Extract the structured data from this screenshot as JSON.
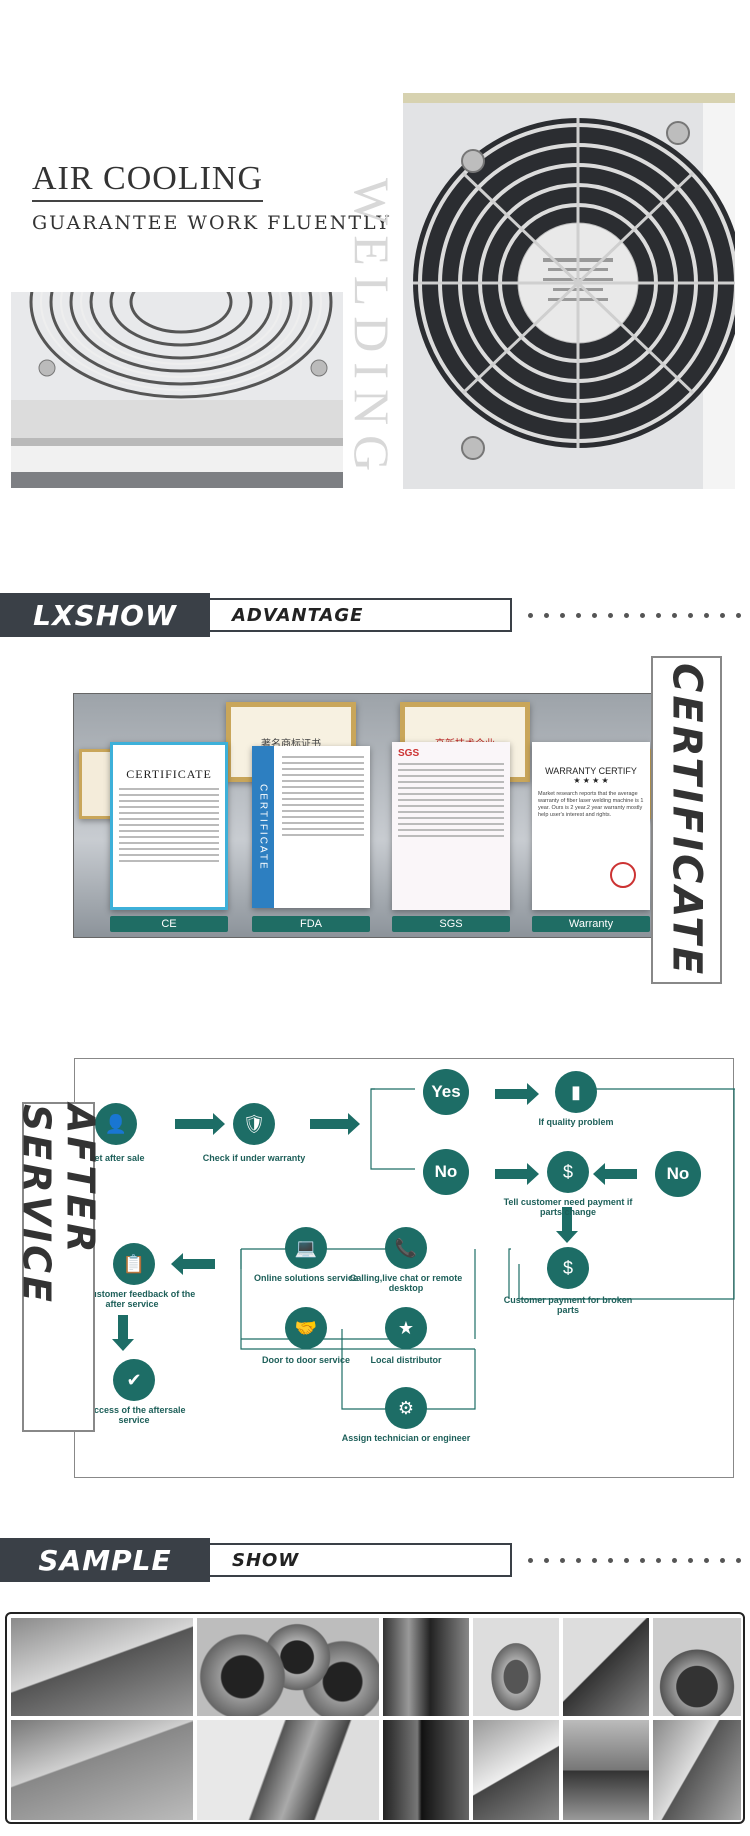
{
  "air_cooling": {
    "title": "AIR COOLING",
    "subtitle": "GUARANTEE WORK FLUENTLY",
    "vertical_text": "WELDING"
  },
  "advantage": {
    "brand": "LXSHOW",
    "label": "ADVANTAGE"
  },
  "certificate": {
    "vertical_title": "CERTIFICATE",
    "items": [
      {
        "label": "CE"
      },
      {
        "label": "FDA"
      },
      {
        "label": "SGS"
      },
      {
        "label": "Warranty"
      }
    ],
    "ce_doc_title": "CERTIFICATE",
    "warranty_doc": {
      "title": "WARRANTY CERTIFY",
      "stars": "★ ★ ★ ★",
      "body": "Market research reports that the average warranty of fiber laser welding machine is 1 year. Ours is 2 year.2 year warranty mostly help user's interest and rights."
    },
    "fda_side_text": "CERTIFICATE",
    "wall_plaques": [
      "著名商标证书",
      "高新技术企业"
    ]
  },
  "after_service": {
    "vertical_title": "AFTER SERVICE",
    "nodes": {
      "get_after_sale": "Get after sale",
      "check_warranty": "Check if under warranty",
      "yes": "Yes",
      "no": "No",
      "no2": "No",
      "quality_problem": "If quality problem",
      "tell_customer": "Tell customer need payment if parts change",
      "customer_payment": "Customer payment for broken parts",
      "online_solutions": "Online solutions service",
      "calling": "Calling,live chat or remote desktop",
      "door_to_door": "Door to door service",
      "local_distributor": "Local distributor",
      "assign_technician": "Assign technician or engineer",
      "get_feedback": "Get customer feedback of the after service",
      "success": "Success of the aftersale service"
    }
  },
  "sample": {
    "brand": "SAMPLE",
    "label": "SHOW"
  },
  "colors": {
    "teal": "#1d6d66",
    "dark_bar": "#3a4047"
  }
}
